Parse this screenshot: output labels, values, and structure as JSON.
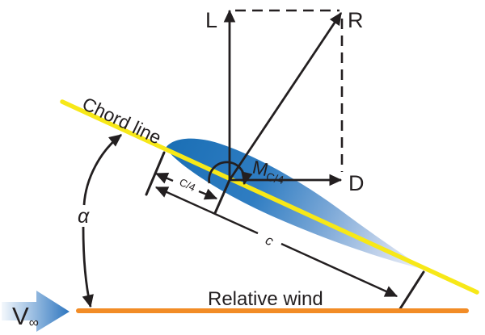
{
  "labels": {
    "lift": "L",
    "resultant": "R",
    "drag": "D",
    "moment": {
      "main": "M",
      "sub": "C/4"
    },
    "quarter_chord_dim": "C/4",
    "chord_dim": "c",
    "angle_of_attack": "α",
    "chord_line": "Chord line",
    "relative_wind": "Relative wind",
    "freestream": {
      "main": "V",
      "sub": "∞"
    }
  },
  "colors": {
    "ink": "#231F20",
    "chord_line": "#F7E818",
    "relative_wind": "#F28C26",
    "airfoil_start": "#1B6FB5",
    "airfoil_mid": "#78A6D6",
    "airfoil_end": "#EFF3FA",
    "freestream_arrow_light": "#F4F8FC",
    "freestream_arrow_dark": "#2E76BF",
    "freestream_text": "#1C3050"
  }
}
